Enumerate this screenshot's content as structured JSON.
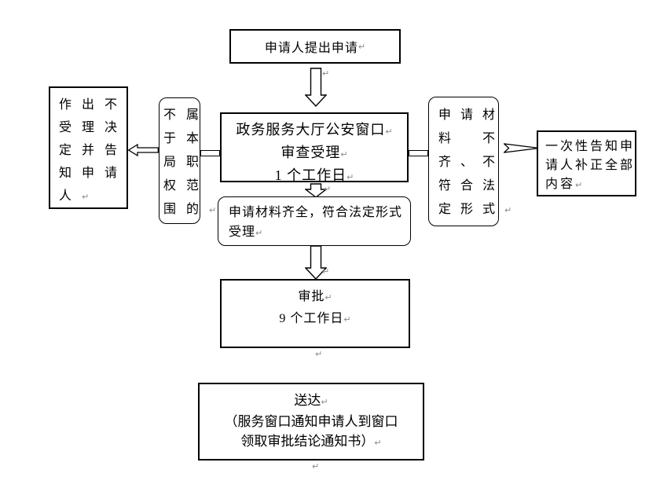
{
  "page": {
    "background": "#ffffff"
  },
  "colors": {
    "line": "#000000",
    "box_fill": "#ffffff",
    "paragraph_mark": "#8a8a8a"
  },
  "marks": {
    "return": "↵"
  },
  "flowchart": {
    "start_box": {
      "text": "申请人提出申请"
    },
    "review_box": {
      "lines": [
        "政务服务大厅公安窗口",
        "审查受理",
        "1 个工作日"
      ]
    },
    "reject_decision_box": {
      "lines": [
        "作出不",
        "受理决",
        "定并告",
        "知申请",
        "人"
      ]
    },
    "out_of_scope_box": {
      "lines": [
        "不属",
        "于本",
        "局职",
        "权范",
        "围的"
      ]
    },
    "incomplete_materials_box": {
      "lines": [
        "申请材",
        "料　不",
        "齐、不",
        "符合法",
        "定形式"
      ]
    },
    "notify_correction_box": {
      "lines": [
        "一次性告知申",
        "请人补正全部",
        "内容"
      ]
    },
    "accept_box": {
      "lines": [
        "申请材料齐全，符合法定形式",
        "受理"
      ]
    },
    "approval_box": {
      "lines": [
        "审批",
        "9 个工作日"
      ]
    },
    "delivery_box": {
      "lines": [
        "送达",
        "（服务窗口通知申请人到窗口",
        "领取审批结论通知书）"
      ]
    }
  }
}
